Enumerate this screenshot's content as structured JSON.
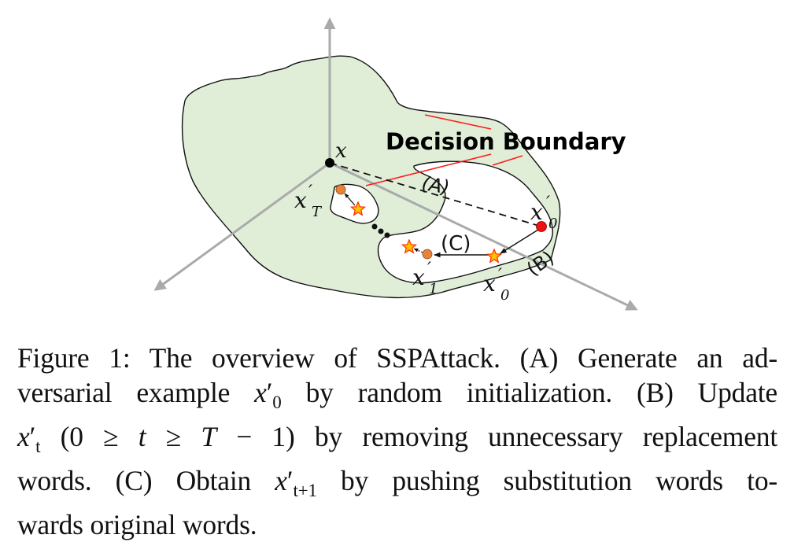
{
  "figure": {
    "region_label": "Decision Boundary",
    "colors": {
      "region_fill": "#e0eed8",
      "axis": "#aaaaaa",
      "boundary_pointer": "#ff1a1a",
      "original_point": "#000000",
      "initial_adv_point": "#ee1111",
      "adv_point": "#e8823a",
      "star_fill": "#ffc000",
      "star_stroke": "#ff2a00"
    },
    "points": {
      "original": {
        "symbol": "x"
      },
      "initial": {
        "symbol": "x",
        "prime": "′",
        "sub": "0"
      },
      "final": {
        "symbol": "x",
        "prime": "′",
        "sub": "T"
      },
      "step1": {
        "symbol": "x",
        "prime": "′",
        "sub": "1"
      },
      "updated0": {
        "symbol": "x",
        "prime": "′",
        "sub": "0"
      }
    },
    "step_labels": {
      "a": "(A)",
      "b": "(B)",
      "c": "(C)"
    },
    "ellipsis_dots": "•••"
  },
  "caption": {
    "lines": [
      {
        "segments": [
          {
            "t": "Figure 1: The overview of SSPAttack. (A) Generate an ad-"
          }
        ]
      },
      {
        "segments": [
          {
            "t": "versarial example "
          },
          {
            "m": "x",
            "p": "′",
            "s": "0"
          },
          {
            "t": " by random initialization. (B) Update"
          }
        ]
      },
      {
        "segments": [
          {
            "m": "x",
            "p": "′",
            "s": "t"
          },
          {
            "t": " (0 ≥ "
          },
          {
            "mi": "t"
          },
          {
            "t": " ≥ "
          },
          {
            "mi": "T"
          },
          {
            "t": " − 1) by removing unnecessary replacement"
          }
        ]
      },
      {
        "segments": [
          {
            "t": "words. (C) Obtain "
          },
          {
            "m": "x",
            "p": "′",
            "s": "t+1"
          },
          {
            "t": " by pushing substitution words to-"
          }
        ]
      },
      {
        "segments": [
          {
            "t": "wards original words."
          }
        ]
      }
    ],
    "line1": "Figure 1: The overview of SSPAttack. (A) Generate an ad-",
    "line2_pre": "versarial example ",
    "line2_var": "x",
    "line2_prime": "′",
    "line2_sub": "0",
    "line2_post": " by random initialization. (B) Update",
    "line3_var": "x",
    "line3_prime": "′",
    "line3_sub": "t",
    "line3_a": " (0 ≥ ",
    "line3_t": "t",
    "line3_b": " ≥ ",
    "line3_T": "T",
    "line3_c": " − 1) by removing unnecessary replacement",
    "line4_pre": "words. (C) Obtain ",
    "line4_var": "x",
    "line4_prime": "′",
    "line4_sub": "t+1",
    "line4_post": " by pushing substitution words to-",
    "line5": "wards original words."
  }
}
